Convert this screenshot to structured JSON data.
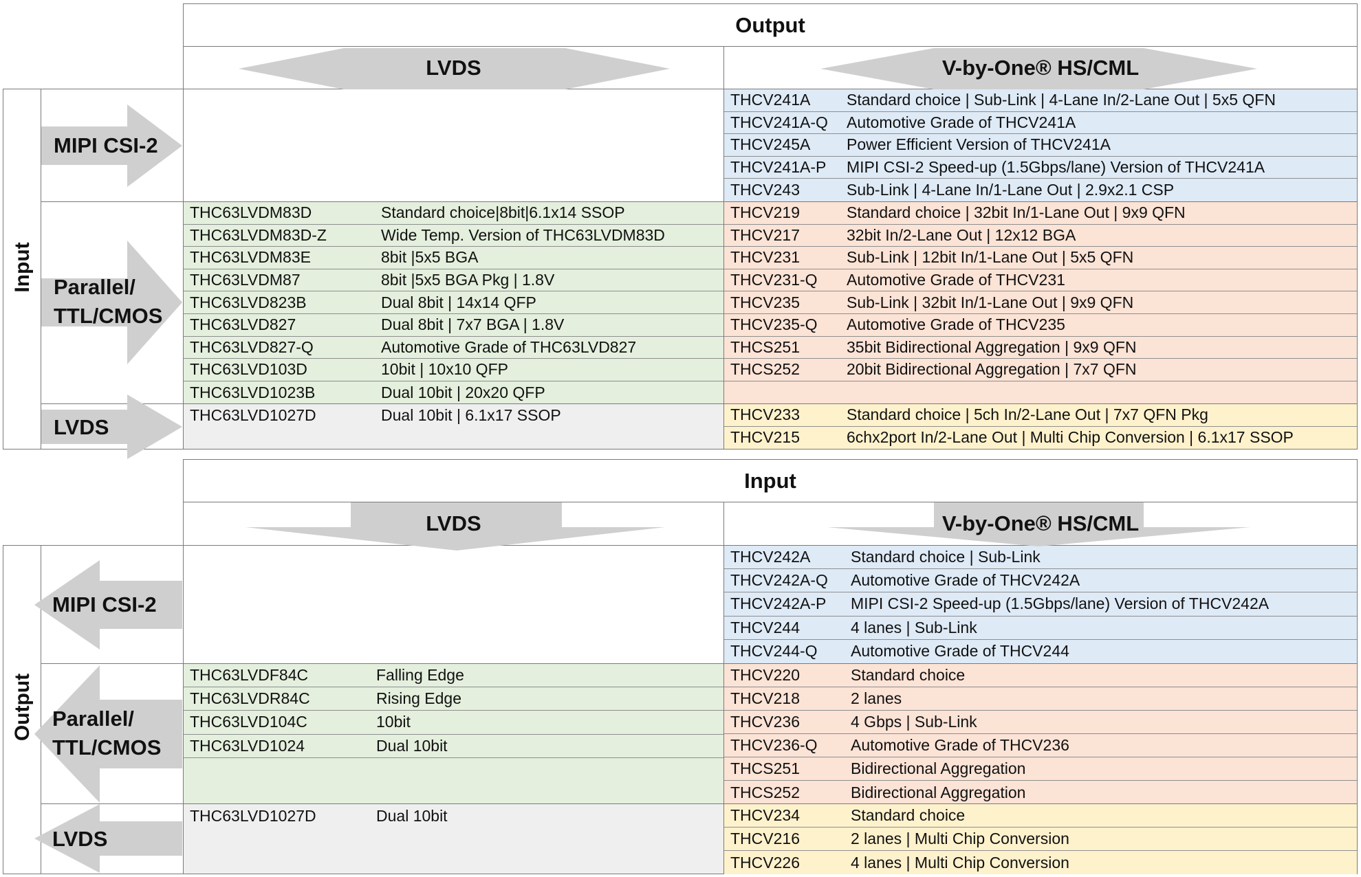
{
  "top": {
    "title": "Output",
    "side_label": "Input",
    "col_lvds": "LVDS",
    "col_vbyone": "V-by-One® HS/CML",
    "row_mipi": "MIPI CSI-2",
    "row_parallel": "Parallel/\nTTL/CMOS",
    "row_lvds": "LVDS",
    "mipi_vbyone": [
      {
        "code": "THCV241A",
        "desc": "Standard choice | Sub-Link | 4-Lane In/2-Lane Out | 5x5 QFN"
      },
      {
        "code": "THCV241A-Q",
        "desc": "Automotive Grade of THCV241A"
      },
      {
        "code": "THCV245A",
        "desc": "Power Efficient Version of THCV241A"
      },
      {
        "code": "THCV241A-P",
        "desc": "MIPI CSI-2 Speed-up (1.5Gbps/lane) Version of THCV241A"
      },
      {
        "code": "THCV243",
        "desc": "Sub-Link |  4-Lane In/1-Lane Out | 2.9x2.1 CSP"
      }
    ],
    "parallel_lvds": [
      {
        "code": "THC63LVDM83D",
        "desc": "Standard choice|8bit|6.1x14 SSOP"
      },
      {
        "code": "THC63LVDM83D-Z",
        "desc": "Wide Temp. Version of THC63LVDM83D"
      },
      {
        "code": "THC63LVDM83E",
        "desc": "8bit |5x5 BGA"
      },
      {
        "code": "THC63LVDM87",
        "desc": "8bit |5x5 BGA Pkg | 1.8V"
      },
      {
        "code": "THC63LVD823B",
        "desc": "Dual 8bit | 14x14 QFP"
      },
      {
        "code": "THC63LVD827",
        "desc": "Dual 8bit | 7x7 BGA | 1.8V"
      },
      {
        "code": "THC63LVD827-Q",
        "desc": "Automotive Grade of THC63LVD827"
      },
      {
        "code": "THC63LVD103D",
        "desc": "10bit | 10x10 QFP"
      },
      {
        "code": "THC63LVD1023B",
        "desc": "Dual 10bit | 20x20 QFP"
      }
    ],
    "parallel_vbyone": [
      {
        "code": "THCV219",
        "desc": "Standard choice |  32bit In/1-Lane Out | 9x9 QFN"
      },
      {
        "code": "THCV217",
        "desc": "32bit In/2-Lane Out | 12x12 BGA"
      },
      {
        "code": "THCV231",
        "desc": "Sub-Link | 12bit In/1-Lane Out | 5x5 QFN"
      },
      {
        "code": "THCV231-Q",
        "desc": "Automotive Grade of THCV231"
      },
      {
        "code": "THCV235",
        "desc": "Sub-Link | 32bit In/1-Lane Out | 9x9 QFN"
      },
      {
        "code": "THCV235-Q",
        "desc": "Automotive Grade of THCV235"
      },
      {
        "code": "THCS251",
        "desc": "35bit Bidirectional Aggregation | 9x9 QFN"
      },
      {
        "code": "THCS252",
        "desc": "20bit Bidirectional Aggregation | 7x7 QFN"
      },
      {
        "code": "",
        "desc": ""
      }
    ],
    "lvds_lvds": [
      {
        "code": "THC63LVD1027D",
        "desc": "Dual 10bit | 6.1x17 SSOP"
      }
    ],
    "lvds_vbyone": [
      {
        "code": "THCV233",
        "desc": "Standard choice | 5ch In/2-Lane Out | 7x7 QFN Pkg"
      },
      {
        "code": "THCV215",
        "desc": "6chx2port In/2-Lane Out | Multi Chip Conversion | 6.1x17 SSOP"
      }
    ]
  },
  "bottom": {
    "title": "Input",
    "side_label": "Output",
    "col_lvds": "LVDS",
    "col_vbyone": "V-by-One® HS/CML",
    "row_mipi": "MIPI CSI-2",
    "row_parallel": "Parallel/\nTTL/CMOS",
    "row_lvds": "LVDS",
    "mipi_vbyone": [
      {
        "code": "THCV242A",
        "desc": "Standard choice | Sub-Link"
      },
      {
        "code": "THCV242A-Q",
        "desc": "Automotive Grade of THCV242A"
      },
      {
        "code": "THCV242A-P",
        "desc": "MIPI CSI-2 Speed-up (1.5Gbps/lane) Version of THCV242A"
      },
      {
        "code": "THCV244",
        "desc": "4 lanes | Sub-Link"
      },
      {
        "code": "THCV244-Q",
        "desc": "Automotive Grade of THCV244"
      }
    ],
    "parallel_lvds": [
      {
        "code": "THC63LVDF84C",
        "desc": "Falling Edge"
      },
      {
        "code": "THC63LVDR84C",
        "desc": "Rising Edge"
      },
      {
        "code": "THC63LVD104C",
        "desc": "10bit"
      },
      {
        "code": "THC63LVD1024",
        "desc": "Dual 10bit"
      }
    ],
    "parallel_vbyone": [
      {
        "code": "THCV220",
        "desc": "Standard choice"
      },
      {
        "code": "THCV218",
        "desc": "2 lanes"
      },
      {
        "code": "THCV236",
        "desc": "4 Gbps | Sub-Link"
      },
      {
        "code": "THCV236-Q",
        "desc": "Automotive Grade of THCV236"
      },
      {
        "code": "THCS251",
        "desc": "Bidirectional Aggregation"
      },
      {
        "code": "THCS252",
        "desc": "Bidirectional Aggregation"
      }
    ],
    "lvds_lvds": [
      {
        "code": "THC63LVD1027D",
        "desc": "Dual 10bit"
      }
    ],
    "lvds_vbyone": [
      {
        "code": "THCV234",
        "desc": "Standard choice"
      },
      {
        "code": "THCV216",
        "desc": "2 lanes | Multi Chip Conversion"
      },
      {
        "code": "THCV226",
        "desc": "4 lanes | Multi Chip Conversion"
      }
    ]
  },
  "colors": {
    "blue": "#deeaf6",
    "orange": "#fbe3d6",
    "green": "#e4efdd",
    "yellow": "#fef2cd",
    "grey": "#efefef",
    "arrow": "#cfcfcf"
  }
}
